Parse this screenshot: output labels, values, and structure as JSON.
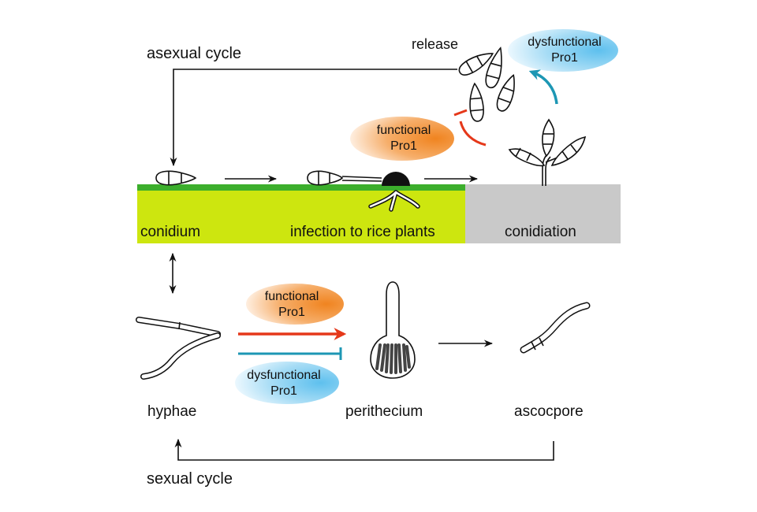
{
  "labels": {
    "asexual_cycle": "asexual cycle",
    "sexual_cycle": "sexual cycle",
    "release": "release",
    "conidium": "conidium",
    "infection": "infection to rice plants",
    "conidiation": "conidiation",
    "hyphae": "hyphae",
    "perithecium": "perithecium",
    "ascospore": "ascocpore"
  },
  "badges": {
    "functional_top": {
      "line1": "functional",
      "line2": "Pro1"
    },
    "dysfunctional_top": {
      "line1": "dysfunctional",
      "line2": "Pro1"
    },
    "functional_mid": {
      "line1": "functional",
      "line2": "Pro1"
    },
    "dysfunctional_mid": {
      "line1": "dysfunctional",
      "line2": "Pro1"
    }
  },
  "colors": {
    "leaf_green": "#cde60f",
    "leaf_edge": "#3cae2c",
    "gray_band": "#c9c9c9",
    "promote_red": "#e5381a",
    "inhibit_blue": "#1d97b4",
    "orange_badge": "#f08420",
    "blue_badge": "#6cc7f0"
  }
}
